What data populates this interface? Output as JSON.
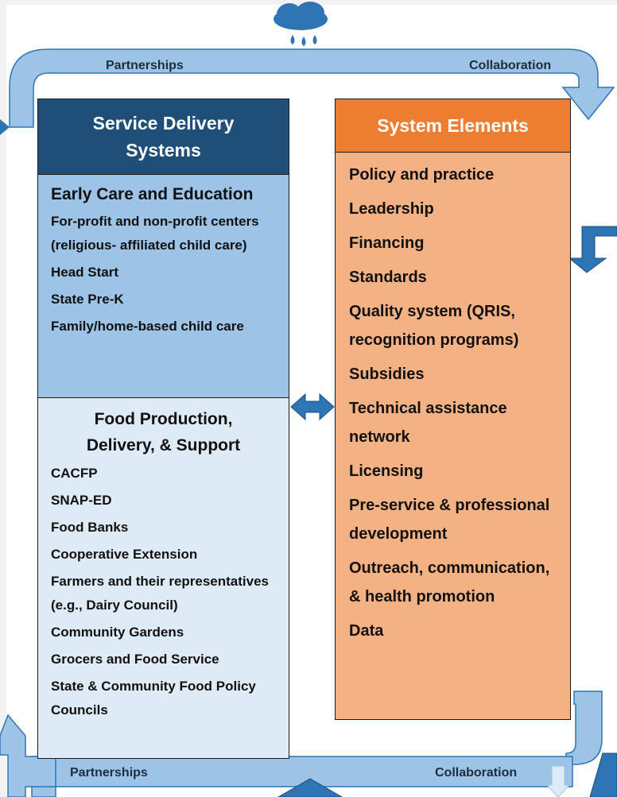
{
  "icons": {
    "rain_cloud": "rain-cloud-icon",
    "double_arrow": "double-arrow-icon"
  },
  "colors": {
    "service_header": "#1f4e79",
    "early_care_panel": "#9dc3e6",
    "food_panel": "#deebf7",
    "system_header": "#ed7d31",
    "system_body": "#f4b183",
    "flow_arrow": "#9dc3e6",
    "flow_arrow_dark": "#2e75b6"
  },
  "flow": {
    "top_left_label": "Partnerships",
    "top_right_label": "Collaboration",
    "bottom_left_label": "Partnerships",
    "bottom_right_label": "Collaboration"
  },
  "service_delivery": {
    "header": "Service Delivery Systems",
    "early_care": {
      "title": "Early Care and Education",
      "items": [
        "For-profit and non-profit centers (religious- affiliated child care)",
        "Head Start",
        "State Pre-K",
        "Family/home-based child care"
      ]
    },
    "food": {
      "title": "Food Production, Delivery, & Support",
      "items": [
        "CACFP",
        "SNAP-ED",
        "Food Banks",
        "Cooperative Extension",
        "Farmers and their representatives (e.g., Dairy Council)",
        "Community Gardens",
        "Grocers and Food Service",
        "State & Community Food Policy Councils"
      ]
    }
  },
  "system_elements": {
    "header": "System Elements",
    "items": [
      "Policy and practice",
      "Leadership",
      "Financing",
      "Standards",
      "Quality system (QRIS, recognition programs)",
      "Subsidies",
      "Technical assistance network",
      "Licensing",
      "Pre-service & professional development",
      "Outreach, communication, & health promotion",
      "Data"
    ]
  }
}
